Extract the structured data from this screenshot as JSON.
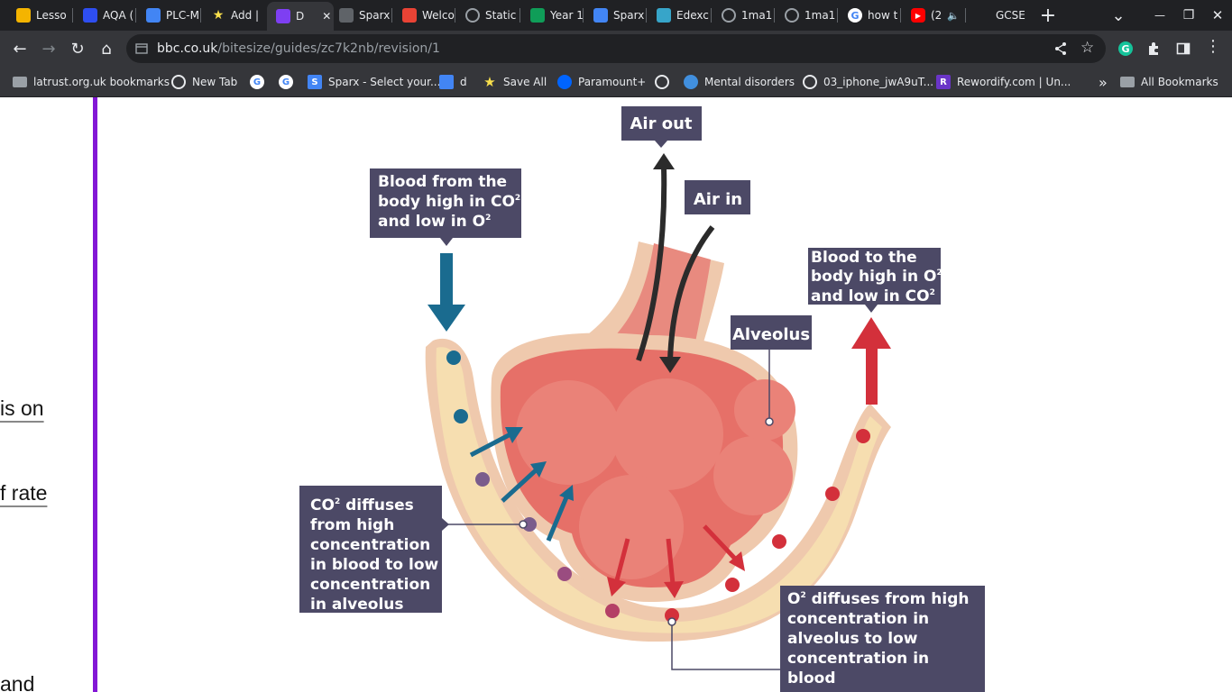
{
  "tabs": [
    {
      "title": "Lesso",
      "icon": "slides-icon",
      "color": "#f4b400"
    },
    {
      "title": "AQA (",
      "icon": "bolt-icon",
      "color": "#2e4ef0"
    },
    {
      "title": "PLC-M",
      "icon": "docs-icon",
      "color": "#4285f4"
    },
    {
      "title": "Add |",
      "icon": "star-icon",
      "color": "#f9e04c"
    },
    {
      "title": "D",
      "icon": "bitesize-icon",
      "color": "#7e3ff2"
    },
    {
      "title": "Sparx",
      "icon": "sparx-icon",
      "color": "#5f6368"
    },
    {
      "title": "Welco",
      "icon": "gmail-icon",
      "color": "#ea4335"
    },
    {
      "title": "Static",
      "icon": "globe-icon",
      "color": "#9aa0a6"
    },
    {
      "title": "Year 1",
      "icon": "sheets-icon",
      "color": "#0f9d58"
    },
    {
      "title": "Sparx",
      "icon": "sparx-s-icon",
      "color": "#4285f4"
    },
    {
      "title": "Edexc",
      "icon": "edexcel-icon",
      "color": "#37a5c9"
    },
    {
      "title": "1ma1",
      "icon": "globe-icon",
      "color": "#9aa0a6"
    },
    {
      "title": "1ma1",
      "icon": "globe-icon",
      "color": "#9aa0a6"
    },
    {
      "title": "how t",
      "icon": "google-icon",
      "color": "#ffffff"
    },
    {
      "title": "(2",
      "icon": "youtube-icon",
      "color": "#ff0000"
    },
    {
      "title": "GCSE",
      "icon": "gcse-icon",
      "color": "#202124"
    }
  ],
  "active_tab_close": "✕",
  "new_tab": "+",
  "window": {
    "minimize": "—",
    "maximize": "❐",
    "close": "✕",
    "tab_search": "⌄"
  },
  "toolbar": {
    "url_domain": "bbc.co.uk",
    "url_path": "/bitesize/guides/zc7k2nb/revision/1"
  },
  "bookmarks": [
    {
      "label": "latrust.org.uk bookmarks",
      "icon": "folder-icon"
    },
    {
      "label": "New Tab",
      "icon": "globe-icon"
    },
    {
      "label": "",
      "icon": "google-icon"
    },
    {
      "label": "",
      "icon": "google-icon"
    },
    {
      "label": "Sparx - Select your...",
      "icon": "sparx-icon"
    },
    {
      "label": "d",
      "icon": "docs-icon"
    },
    {
      "label": "Save All",
      "icon": "star-icon"
    },
    {
      "label": "Paramount+",
      "icon": "paramount-icon"
    },
    {
      "label": "",
      "icon": "globe-icon"
    },
    {
      "label": "Mental disorders",
      "icon": "who-icon"
    },
    {
      "label": "03_iphone_jwA9uT...",
      "icon": "globe-icon"
    },
    {
      "label": "Rewordify.com | Un...",
      "icon": "rewordify-icon"
    }
  ],
  "all_bookmarks": "All Bookmarks",
  "side_text": [
    "is on",
    "f rate",
    "and"
  ],
  "diagram": {
    "air_out": "Air out",
    "air_in": "Air in",
    "alveolus": "Alveolus",
    "blood_from_body": [
      "Blood from the",
      "body high in CO",
      "and low in O"
    ],
    "blood_to_body": [
      "Blood to the",
      "body high in O",
      "and low in CO"
    ],
    "co2_diffuses": [
      "CO",
      "from high",
      "concentration",
      "in blood to low",
      "concentration",
      "in alveolus"
    ],
    "o2_diffuses": [
      "O",
      "concentration in",
      "alveolus to low",
      "concentration in",
      "blood"
    ],
    "o2_diffuses_first_rest": " diffuses from high",
    "co2_diffuses_first_rest": " diffuses",
    "subscript": "2"
  },
  "colors": {
    "label_bg": "#4c4966",
    "blue_arrow": "#1a6b8f",
    "red_arrow": "#d3303b",
    "vessel": "#f6deb0",
    "alveolus": "#e6756e",
    "purple_accent": "#8317d6"
  }
}
